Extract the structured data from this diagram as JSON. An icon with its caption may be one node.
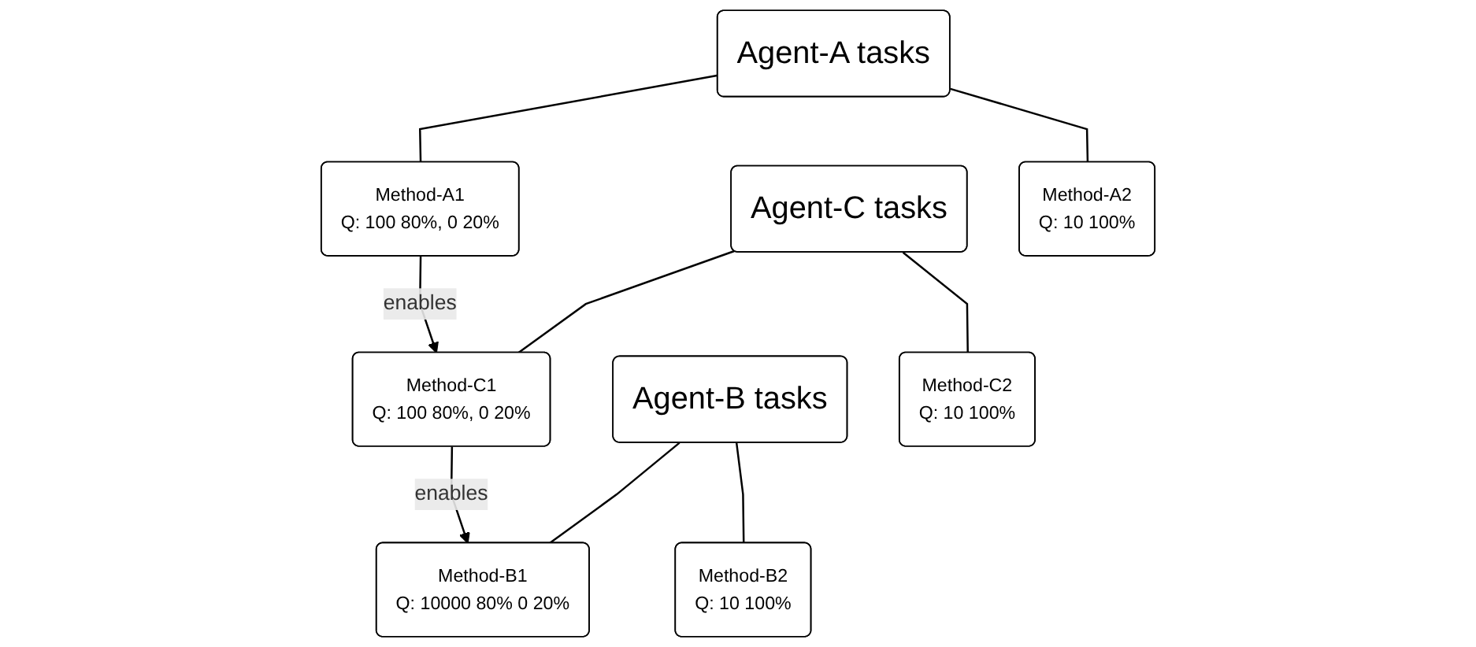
{
  "diagram": {
    "nodes": [
      {
        "text": [
          "Agent-A tasks"
        ]
      },
      {
        "text": [
          "Agent-C tasks"
        ]
      },
      {
        "text": [
          "Agent-B tasks"
        ]
      },
      {
        "text": [
          "Method-A1",
          "Q: 100 80%, 0 20%"
        ]
      },
      {
        "text": [
          "Method-C1",
          "Q: 100 80%, 0 20%"
        ]
      },
      {
        "text": [
          "Method-B1",
          "Q: 10000 80% 0 20%"
        ]
      },
      {
        "text": [
          "Method-A2",
          "Q: 10 100%"
        ]
      },
      {
        "text": [
          "Method-C2",
          "Q: 10 100%"
        ]
      },
      {
        "text": [
          "Method-B2",
          "Q: 10 100%"
        ]
      }
    ],
    "edges": [
      {
        "from": 0,
        "to": 3,
        "arrow": "none"
      },
      {
        "from": 0,
        "to": 6,
        "arrow": "none"
      },
      {
        "from": 1,
        "to": 4,
        "arrow": "none"
      },
      {
        "from": 1,
        "to": 7,
        "arrow": "none"
      },
      {
        "from": 2,
        "to": 5,
        "arrow": "none"
      },
      {
        "from": 2,
        "to": 8,
        "arrow": "none"
      },
      {
        "from": 3,
        "to": 4,
        "arrow": "to",
        "label": "enables"
      },
      {
        "from": 4,
        "to": 5,
        "arrow": "to",
        "label": "enables"
      }
    ]
  }
}
